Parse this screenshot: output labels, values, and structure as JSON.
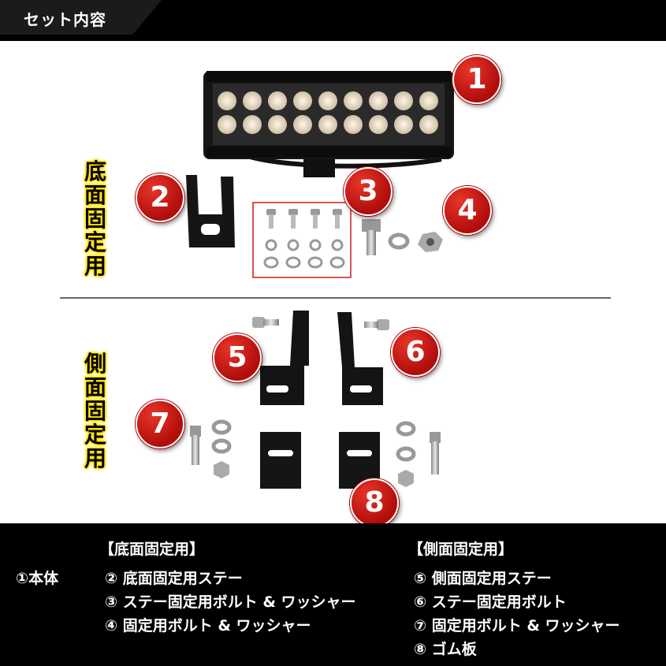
{
  "header": {
    "title": "セット内容"
  },
  "labels": {
    "bottom_mount": "底面固定用",
    "side_mount": "側面固定用"
  },
  "badges": [
    "1",
    "2",
    "3",
    "4",
    "5",
    "6",
    "7",
    "8"
  ],
  "footer": {
    "main_item": "①本体",
    "bottom_heading": "【底面固定用】",
    "bottom_items": [
      "② 底面固定用ステー",
      "③ ステー固定用ボルト & ワッシャー",
      "④ 固定用ボルト & ワッシャー"
    ],
    "side_heading": "【側面固定用】",
    "side_items": [
      "⑤ 側面固定用ステー",
      "⑥ ステー固定用ボルト",
      "⑦ 固定用ボルト & ワッシャー",
      "⑧ ゴム板"
    ]
  },
  "colors": {
    "badge": "#c8150f",
    "label_glow": "#ffe100",
    "highlight_box": "#d01818"
  }
}
